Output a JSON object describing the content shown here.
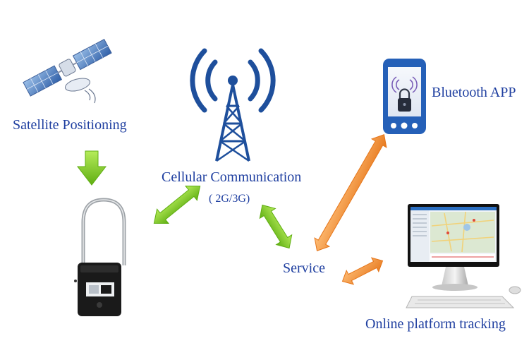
{
  "labels": {
    "satellite": "Satellite Positioning",
    "cellular": "Cellular Communication",
    "cellular_sub": "( 2G/3G)",
    "bluetooth": "Bluetooth APP",
    "service": "Service",
    "online": "Online platform tracking"
  },
  "colors": {
    "label_blue": "#1f3fa0",
    "arrow_green": "#7acc1e",
    "arrow_orange": "#f08a2a",
    "tower_blue": "#1e4f9c",
    "phone_blue": "#2560b8"
  },
  "icons": {
    "satellite": "satellite-icon",
    "tower": "cell-tower-icon",
    "phone": "smartphone-icon",
    "lock": "cable-lock-device-icon",
    "computer": "desktop-monitor-icon"
  }
}
